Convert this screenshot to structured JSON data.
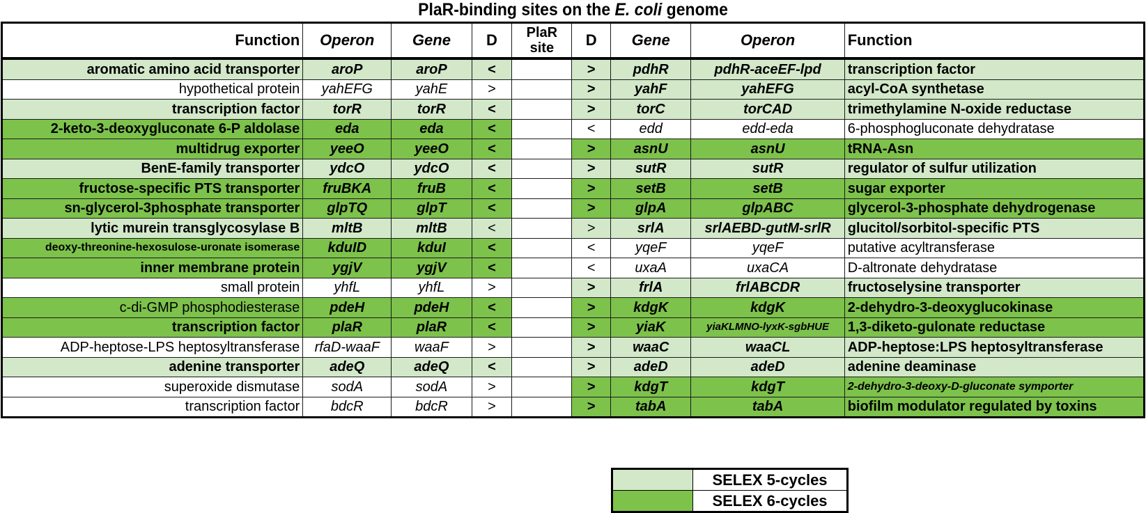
{
  "title": {
    "prefix": "PlaR-binding sites on the ",
    "organism": "E. coli",
    "suffix": " genome"
  },
  "colors": {
    "selex5": "#d2e8c9",
    "selex6": "#7dc24b",
    "none": "#ffffff"
  },
  "headers": {
    "left_function": "Function",
    "left_operon": "Operon",
    "left_gene": "Gene",
    "left_dir": "D",
    "site": "PlaR site",
    "right_dir": "D",
    "right_gene": "Gene",
    "right_operon": "Operon",
    "right_function": "Function"
  },
  "rows": [
    {
      "left": {
        "function": "aromatic amino acid transporter",
        "operon": "aroP",
        "gene": "aroP",
        "dir": "<",
        "class": "selex5"
      },
      "right": {
        "dir": ">",
        "gene": "pdhR",
        "operon": "pdhR-aceEF-lpd",
        "function": "transcription factor",
        "class": "selex5"
      }
    },
    {
      "left": {
        "function": "hypothetical protein",
        "operon": "yahEFG",
        "gene": "yahE",
        "dir": ">",
        "class": "none"
      },
      "right": {
        "dir": ">",
        "gene": "yahF",
        "operon": "yahEFG",
        "function": "acyl-CoA synthetase",
        "class": "selex5"
      }
    },
    {
      "left": {
        "function": "transcription factor",
        "operon": "torR",
        "gene": "torR",
        "dir": "<",
        "class": "selex5"
      },
      "right": {
        "dir": ">",
        "gene": "torC",
        "operon": "torCAD",
        "function": "trimethylamine N-oxide reductase",
        "class": "selex5"
      }
    },
    {
      "left": {
        "function": "2-keto-3-deoxygluconate 6-P aldolase",
        "operon": "eda",
        "gene": "eda",
        "dir": "<",
        "class": "selex6"
      },
      "right": {
        "dir": "<",
        "gene": "edd",
        "operon": "edd-eda",
        "function": "6-phosphogluconate dehydratase",
        "class": "none"
      }
    },
    {
      "left": {
        "function": "multidrug exporter",
        "operon": "yeeO",
        "gene": "yeeO",
        "dir": "<",
        "class": "selex6"
      },
      "right": {
        "dir": ">",
        "gene": "asnU",
        "operon": "asnU",
        "function": "tRNA-Asn",
        "class": "selex6"
      }
    },
    {
      "left": {
        "function": "BenE-family transporter",
        "operon": "ydcO",
        "gene": "ydcO",
        "dir": "<",
        "class": "selex5"
      },
      "right": {
        "dir": ">",
        "gene": "sutR",
        "operon": "sutR",
        "function": "regulator of sulfur utilization",
        "class": "selex5"
      }
    },
    {
      "left": {
        "function": "fructose-specific PTS transporter",
        "operon": "fruBKA",
        "gene": "fruB",
        "dir": "<",
        "class": "selex6"
      },
      "right": {
        "dir": ">",
        "gene": "setB",
        "operon": "setB",
        "function": "sugar exporter",
        "class": "selex6"
      }
    },
    {
      "left": {
        "function": "sn-glycerol-3phosphate transporter",
        "operon": "glpTQ",
        "gene": "glpT",
        "dir": "<",
        "class": "selex6"
      },
      "right": {
        "dir": ">",
        "gene": "glpA",
        "operon": "glpABC",
        "function": "glycerol-3-phosphate dehydrogenase",
        "class": "selex6"
      }
    },
    {
      "left": {
        "function": "lytic murein transglycosylase B",
        "operon": "mltB",
        "gene": "mltB",
        "dir": "<",
        "class": "selex5"
      },
      "right": {
        "dir": ">",
        "gene": "srlA",
        "operon": "srlAEBD-gutM-srlR",
        "function": "glucitol/sorbitol-specific PTS",
        "class": "selex5"
      }
    },
    {
      "left": {
        "function": "deoxy-threonine-hexosulose-uronate isomerase",
        "operon": "kduID",
        "gene": "kduI",
        "dir": "<",
        "class": "selex6"
      },
      "right": {
        "dir": "<",
        "gene": "yqeF",
        "operon": "yqeF",
        "function": "putative acyltransferase",
        "class": "none"
      }
    },
    {
      "left": {
        "function": "inner membrane protein",
        "operon": "ygjV",
        "gene": "ygjV",
        "dir": "<",
        "class": "selex6"
      },
      "right": {
        "dir": "<",
        "gene": "uxaA",
        "operon": "uxaCA",
        "function": "D-altronate dehydratase",
        "class": "none"
      }
    },
    {
      "left": {
        "function": "small protein",
        "operon": "yhfL",
        "gene": "yhfL",
        "dir": ">",
        "class": "none"
      },
      "right": {
        "dir": ">",
        "gene": "frlA",
        "operon": "frlABCDR",
        "function": "fructoselysine transporter",
        "class": "selex5"
      }
    },
    {
      "left": {
        "function": "c-di-GMP phosphodiesterase",
        "operon": "pdeH",
        "gene": "pdeH",
        "dir": "<",
        "class": "selex6"
      },
      "right": {
        "dir": ">",
        "gene": "kdgK",
        "operon": "kdgK",
        "function": "2-dehydro-3-deoxyglucokinase",
        "class": "selex6"
      }
    },
    {
      "left": {
        "function": "transcription factor",
        "operon": "plaR",
        "gene": "plaR",
        "dir": "<",
        "class": "selex6"
      },
      "right": {
        "dir": ">",
        "gene": "yiaK",
        "operon": "yiaKLMNO-lyxK-sgbHUE",
        "function": "1,3-diketo-gulonate reductase",
        "class": "selex6"
      }
    },
    {
      "left": {
        "function": "ADP-heptose-LPS heptosyltransferase",
        "operon": "rfaD-waaF",
        "gene": "waaF",
        "dir": ">",
        "class": "none"
      },
      "right": {
        "dir": ">",
        "gene": "waaC",
        "operon": "waaCL",
        "function": "ADP-heptose:LPS heptosyltransferase",
        "class": "selex5"
      }
    },
    {
      "left": {
        "function": "adenine transporter",
        "operon": "adeQ",
        "gene": "adeQ",
        "dir": "<",
        "class": "selex5"
      },
      "right": {
        "dir": ">",
        "gene": "adeD",
        "operon": "adeD",
        "function": "adenine deaminase",
        "class": "selex5"
      }
    },
    {
      "left": {
        "function": "superoxide dismutase",
        "operon": "sodA",
        "gene": "sodA",
        "dir": ">",
        "class": "none"
      },
      "right": {
        "dir": ">",
        "gene": "kdgT",
        "operon": "kdgT",
        "function": "2-dehydro-3-deoxy-D-gluconate symporter",
        "class": "selex6"
      }
    },
    {
      "left": {
        "function": "transcription factor",
        "operon": "bdcR",
        "gene": "bdcR",
        "dir": ">",
        "class": "none"
      },
      "right": {
        "dir": ">",
        "gene": "tabA",
        "operon": "tabA",
        "function": "biofilm modulator regulated by toxins",
        "class": "selex6"
      }
    }
  ],
  "legend": [
    {
      "label": "SELEX 5-cycles",
      "class": "selex5"
    },
    {
      "label": "SELEX 6-cycles",
      "class": "selex6"
    }
  ]
}
